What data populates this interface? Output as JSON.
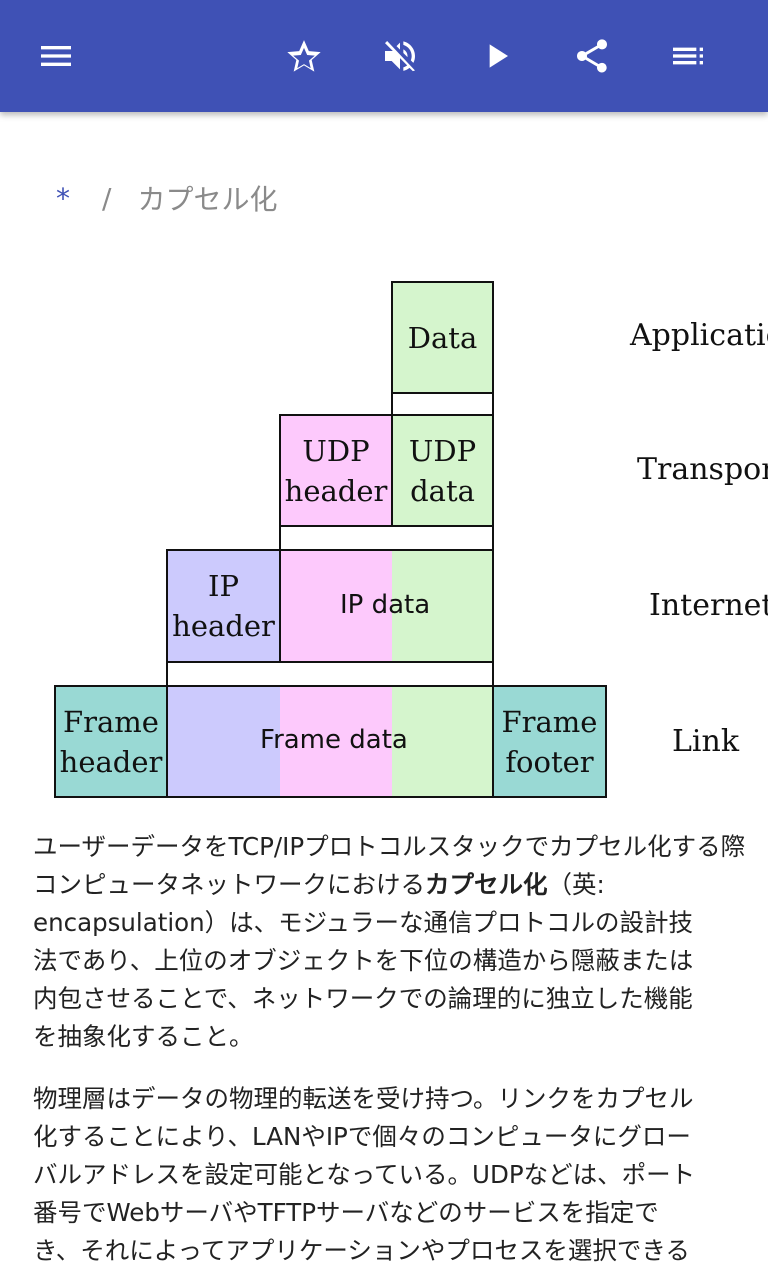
{
  "toolbar": {
    "icons": [
      "menu-icon",
      "star-icon",
      "volume-off-icon",
      "play-icon",
      "share-icon",
      "toc-icon"
    ],
    "color": "#3f51b5"
  },
  "breadcrumb": {
    "home": "*",
    "separator": "/",
    "current": "カプセル化"
  },
  "diagram": {
    "boxes": {
      "data": "Data",
      "udp_header_1": "UDP",
      "udp_header_2": "header",
      "udp_data_1": "UDP",
      "udp_data_2": "data",
      "ip_header_1": "IP",
      "ip_header_2": "header",
      "ip_data": "IP data",
      "frame_header_1": "Frame",
      "frame_header_2": "header",
      "frame_data": "Frame data",
      "frame_footer_1": "Frame",
      "frame_footer_2": "footer"
    },
    "layers": {
      "application": "Application",
      "transport": "Transport",
      "internet": "Internet",
      "link": "Link"
    },
    "colors": {
      "data": "#d5f5cd",
      "udp": "#fdc9fc",
      "ip": "#cccafd",
      "frame": "#99d9d4"
    }
  },
  "article": {
    "p1_lines": [
      "ユーザーデータをTCP/IPプロトコルスタックでカプセル化する際",
      "コンピュータネットワークにおける",
      "encapsulation）は、モジュラーな通信プロトコルの設計技",
      "法であり、上位のオブジェクトを下位の構造から隠蔽または",
      "内包させることで、ネットワークでの論理的に独立した機能",
      "を抽象化すること。"
    ],
    "p1_bold": "カプセル化",
    "p1_line2_tail": "（英:",
    "p2_lines": [
      "物理層はデータの物理的転送を受け持つ。リンクをカプセル",
      "化することにより、LANやIPで個々のコンピュータにグロー",
      "バルアドレスを設定可能となっている。UDPなどは、ポート",
      "番号でWebサーバやTFTPサーバなどのサービスを指定で",
      "き、それによってアプリケーションやプロセスを選択できる"
    ]
  }
}
